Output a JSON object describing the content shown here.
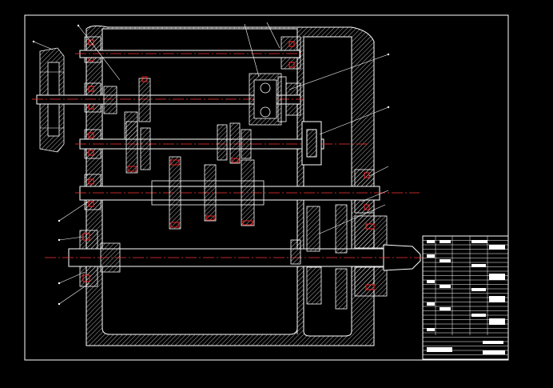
{
  "drawing": {
    "kind": "cad-assembly-drawing",
    "background": "#000000",
    "line_color": "#ffffff",
    "centerline_color": "#ff3333",
    "accent_color": "#ff2222",
    "shafts": 5,
    "gears_visible": true,
    "pulley_visible": true
  },
  "title_block": {
    "position": "bottom-right",
    "rows": 28,
    "text_legible": false
  }
}
